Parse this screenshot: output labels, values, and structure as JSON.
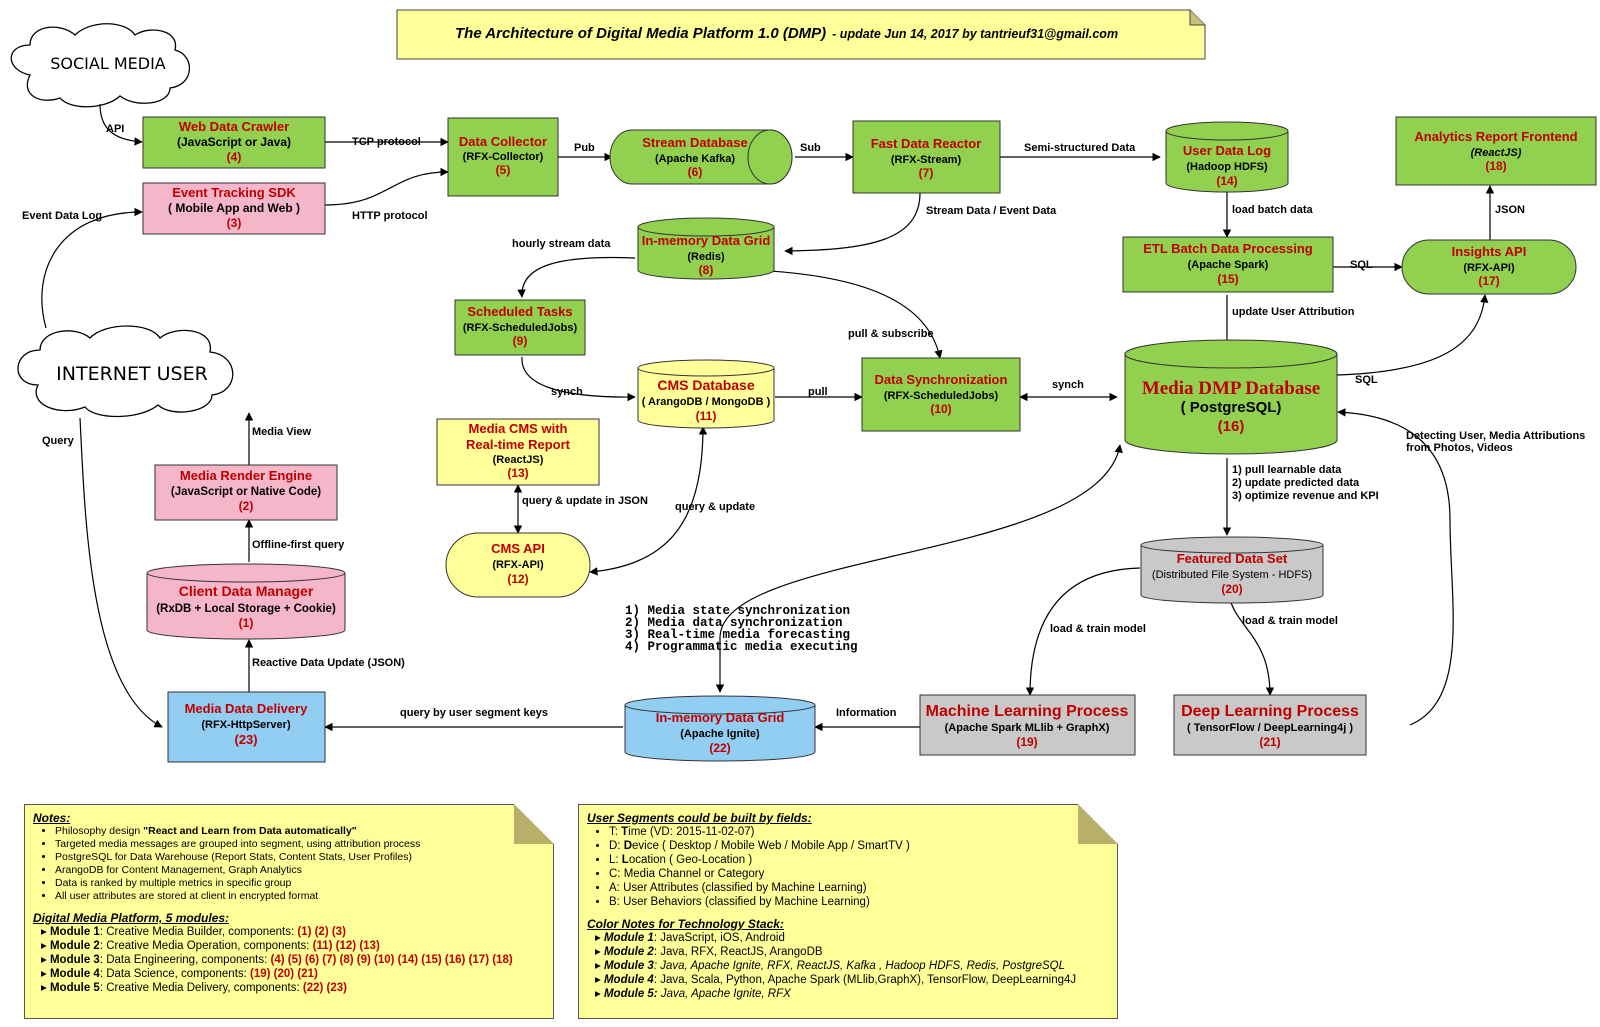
{
  "title": {
    "main": "The Architecture of Digital Media Platform 1.0 (DMP)",
    "sub": "- update Jun 14, 2017 by tantrieuf31@gmail.com"
  },
  "clouds": {
    "social": "SOCIAL MEDIA",
    "internet": "INTERNET USER"
  },
  "colors": {
    "green": "#92d050",
    "pink": "#f4b6c8",
    "yellow": "#ffff99",
    "blue": "#92cdf2",
    "gray": "#c9c9c9",
    "red_text": "#c00000"
  },
  "nodes": {
    "web_crawler": {
      "title": "Web Data Crawler",
      "tech": "(JavaScript or Java)",
      "num": "(4)"
    },
    "event_sdk": {
      "title": "Event Tracking SDK",
      "tech": "( Mobile App and Web )",
      "num": "(3)"
    },
    "data_collector": {
      "title": "Data Collector",
      "tech": "(RFX-Collector)",
      "num": "(5)"
    },
    "stream_db": {
      "title": "Stream Database",
      "tech": "(Apache Kafka)",
      "num": "(6)"
    },
    "fast_reactor": {
      "title": "Fast Data Reactor",
      "tech": "(RFX-Stream)",
      "num": "(7)"
    },
    "user_log": {
      "title": "User Data Log",
      "tech": "(Hadoop HDFS)",
      "num": "(14)"
    },
    "analytics_frontend": {
      "title": "Analytics Report Frontend",
      "tech": "(ReactJS)",
      "num": "(18)"
    },
    "redis_grid": {
      "title": "In-memory Data Grid",
      "tech": "(Redis)",
      "num": "(8)"
    },
    "etl": {
      "title": "ETL Batch Data Processing",
      "tech": "(Apache Spark)",
      "num": "(15)"
    },
    "insights_api": {
      "title": "Insights API",
      "tech": "(RFX-API)",
      "num": "(17)"
    },
    "scheduled_tasks": {
      "title": "Scheduled Tasks",
      "tech": "(RFX-ScheduledJobs)",
      "num": "(9)"
    },
    "cms_db": {
      "title": "CMS Database",
      "tech": "( ArangoDB / MongoDB )",
      "num": "(11)"
    },
    "data_sync": {
      "title": "Data Synchronization",
      "tech": "(RFX-ScheduledJobs)",
      "num": "(10)"
    },
    "dmp_db": {
      "title": "Media DMP Database",
      "tech": "( PostgreSQL)",
      "num": "(16)"
    },
    "media_cms": {
      "title1": "Media CMS with",
      "title2": "Real-time Report",
      "tech": "(ReactJS)",
      "num": "(13)"
    },
    "cms_api": {
      "title": "CMS API",
      "tech": "(RFX-API)",
      "num": "(12)"
    },
    "render_engine": {
      "title": "Media Render Engine",
      "tech": "(JavaScript or Native Code)",
      "num": "(2)"
    },
    "client_dm": {
      "title": "Client Data Manager",
      "tech": "(RxDB + Local Storage + Cookie)",
      "num": "(1)"
    },
    "featured_ds": {
      "title": "Featured Data Set",
      "tech": "(Distributed File System - HDFS)",
      "num": "(20)"
    },
    "media_delivery": {
      "title": "Media Data Delivery",
      "tech": "(RFX-HttpServer)",
      "num": "(23)"
    },
    "ignite_grid": {
      "title": "In-memory Data Grid",
      "tech": "(Apache Ignite)",
      "num": "(22)"
    },
    "ml": {
      "title": "Machine Learning Process",
      "tech": "(Apache Spark MLlib + GraphX)",
      "num": "(19)"
    },
    "dl": {
      "title": "Deep Learning Process",
      "tech": "( TensorFlow / DeepLearning4j )",
      "num": "(21)"
    }
  },
  "edge_labels": {
    "api": "API",
    "tcp": "TCP protocol",
    "http": "HTTP protocol",
    "event_log": "Event Data Log",
    "pub": "Pub",
    "sub": "Sub",
    "semi": "Semi-structured Data",
    "stream_event": "Stream Data / Event Data",
    "hourly": "hourly stream data",
    "pull_sub": "pull & subscribe",
    "synch1": "synch",
    "pull": "pull",
    "synch2": "synch",
    "load_batch": "load batch data",
    "sql1": "SQL",
    "json": "JSON",
    "update_attr": "update User Attribution",
    "sql2": "SQL",
    "detecting1": "Detecting User, Media Attributions",
    "detecting2": "from Photos, Videos",
    "query_update_json": "query & update in JSON",
    "query_update": "query & update",
    "media_view": "Media View",
    "query": "Query",
    "offline": "Offline-first query",
    "reactive": "Reactive Data Update (JSON)",
    "pull_learn1": "1) pull learnable data",
    "pull_learn2": "2) update predicted data",
    "pull_learn3": "3) optimize revenue and KPI",
    "load_train1": "load & train model",
    "load_train2": "load & train model",
    "information": "Information",
    "query_segment": "query by user segment keys",
    "sync_list": [
      "1) Media state synchronization",
      "2) Media data synchronization",
      "3) Real-time media forecasting",
      "4) Programmatic media executing"
    ]
  },
  "notes_left": {
    "heading": "Notes:",
    "items": [
      {
        "pre": "Philosophy design ",
        "bold": "\"React and Learn from Data automatically\"",
        "post": ""
      },
      {
        "pre": "Targeted media messages are grouped into segment, using attribution process",
        "bold": "",
        "post": ""
      },
      {
        "pre": "PostgreSQL for Data Warehouse (Report Stats, Content Stats, User Profiles)",
        "bold": "",
        "post": ""
      },
      {
        "pre": "ArangoDB for Content Management, Graph Analytics",
        "bold": "",
        "post": ""
      },
      {
        "pre": "Data is ranked by multiple metrics in specific group",
        "bold": "",
        "post": ""
      },
      {
        "pre": "All user attributes are stored at client in encrypted format",
        "bold": "",
        "post": ""
      }
    ],
    "heading2": "Digital Media Platform, 5 modules:",
    "modules": [
      {
        "name": "Module 1",
        "desc": ": Creative Media Builder, components: ",
        "comps": "(1) (2) (3)"
      },
      {
        "name": "Module 2",
        "desc": ": Creative Media Operation, components: ",
        "comps": "(11) (12) (13)"
      },
      {
        "name": "Module 3",
        "desc": ": Data Engineering, components: ",
        "comps": "(4) (5) (6) (7) (8) (9) (10) (14) (15) (16) (17) (18)"
      },
      {
        "name": "Module 4",
        "desc": ": Data Science, components: ",
        "comps": "(19) (20) (21)"
      },
      {
        "name": "Module 5",
        "desc": ": Creative Media Delivery, components: ",
        "comps": "(22) (23)"
      }
    ]
  },
  "notes_right": {
    "heading": "User Segments could be built by fields:",
    "fields": [
      {
        "key": "T: ",
        "b": "T",
        "rest": "ime (VD: 2015-11-02-07)"
      },
      {
        "key": "D: ",
        "b": "D",
        "rest": "evice ( Desktop / Mobile Web / Mobile App / SmartTV )"
      },
      {
        "key": "L: ",
        "b": "L",
        "rest": "ocation ( Geo-Location )"
      },
      {
        "key": "C: ",
        "b": "",
        "rest": "Media Channel or Category"
      },
      {
        "key": "A: ",
        "b": "",
        "rest": "User Attributes (classified by Machine Learning)"
      },
      {
        "key": "B: ",
        "b": "",
        "rest": "User Behaviors (classified by Machine Learning)"
      }
    ],
    "heading2": "Color Notes for Technology Stack:",
    "stack": [
      {
        "name": "Module 1",
        "desc": ": JavaScript, iOS, Android",
        "italic": false
      },
      {
        "name": "Module 2",
        "desc": ": Java, RFX, ReactJS, ArangoDB",
        "italic": false
      },
      {
        "name": "Module 3",
        "desc": ": Java, Apache Ignite, RFX, ReactJS, Kafka , Hadoop HDFS, Redis, PostgreSQL",
        "italic": true
      },
      {
        "name": "Module 4",
        "desc": ": Java, Scala, Python, Apache Spark (MLlib,GraphX), TensorFlow, DeepLearning4J",
        "italic": false
      },
      {
        "name": "Module 5:",
        "desc": " Java, Apache Ignite, RFX",
        "italic": true
      }
    ]
  }
}
